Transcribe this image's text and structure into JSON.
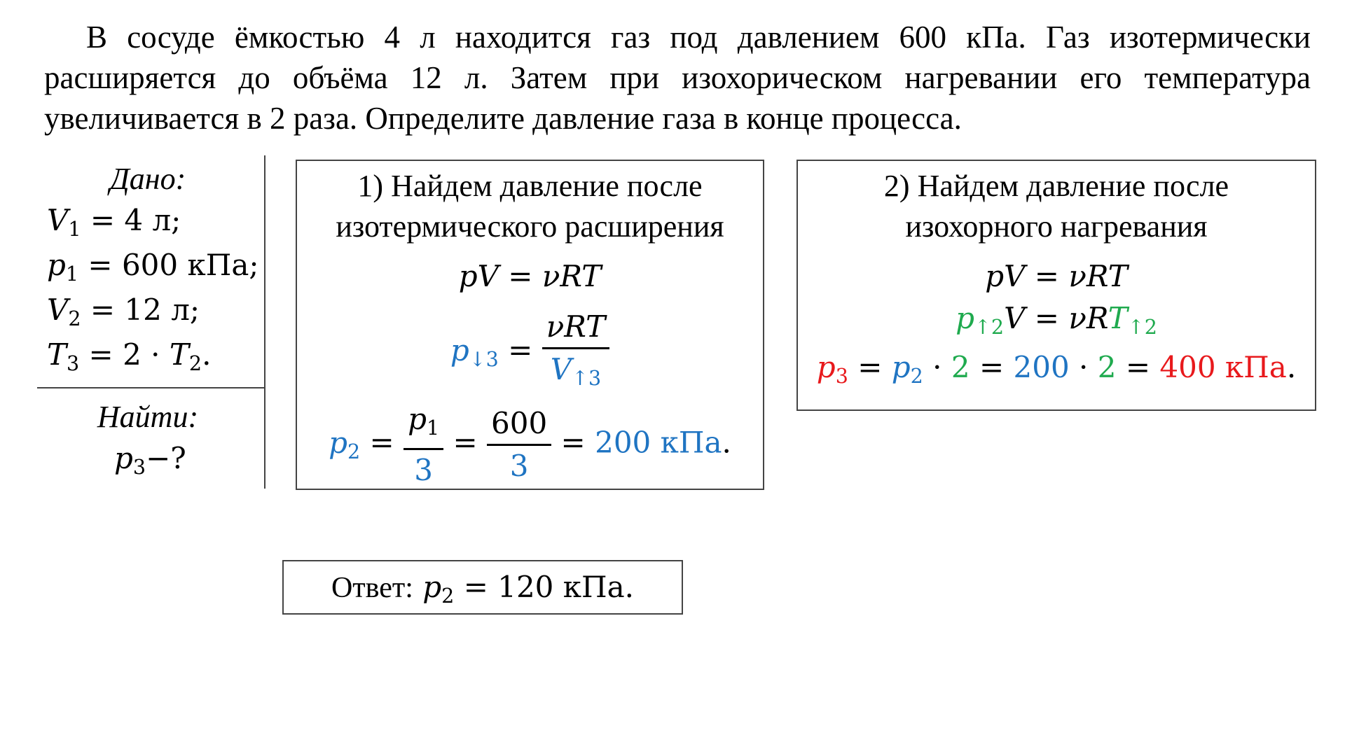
{
  "problem": {
    "text": "В сосуде ёмкостью 4 л находится газ под давлением 600 кПа. Газ изотермически расширяется до объёма 12 л. Затем при изохорическом нагревании его температура увеличивается в 2 раза. Определите давление газа в конце процесса."
  },
  "given": {
    "heading": "Дано:",
    "v1_value": "= 4 л;",
    "p1_value": "= 600 кПа;",
    "v2_value": "= 12 л;",
    "t3_value": "= 2 ·",
    "find_heading": "Найти:",
    "find_suffix": "−?"
  },
  "step1": {
    "title_line1": "1) Найдем давление после",
    "title_line2": "изотермического расширения",
    "eq_main": "pV = νRT",
    "numerator": "νRT",
    "p2_den": "3",
    "val_num": "600",
    "val_den": "3",
    "result": "200 кПа"
  },
  "step2": {
    "title_line1": "2) Найдем давление после",
    "title_line2": "изохорного нагревания",
    "eq_main": "pV = νRT",
    "factor": "2",
    "p2_value": "200",
    "result": "400 кПа"
  },
  "answer": {
    "label": "Ответ:",
    "value": "= 120 кПа."
  },
  "colors": {
    "blue": "#1f74c2",
    "green": "#1faa4e",
    "red": "#e8191c"
  }
}
